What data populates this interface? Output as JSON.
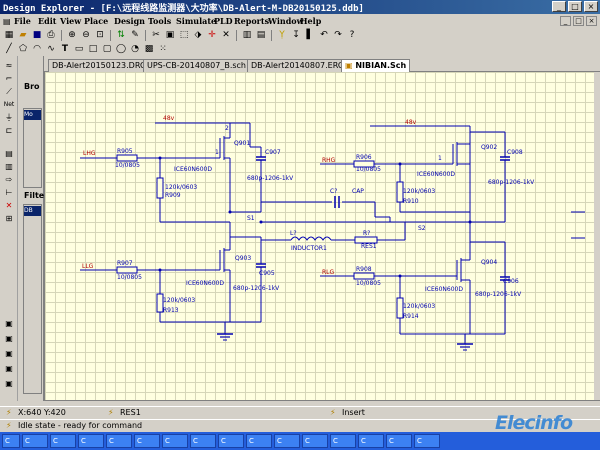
{
  "window": {
    "title": "Design Explorer - [F:\\远程线路监测器\\大功率\\DB-Alert-M-DB20150125.ddb]",
    "controls": [
      "_",
      "□",
      "×"
    ]
  },
  "menubar": {
    "items": [
      "File",
      "Edit",
      "View",
      "Place",
      "Design",
      "Tools",
      "Simulate",
      "PLD",
      "Reports",
      "Window",
      "Help"
    ],
    "mdi_controls": [
      "_",
      "□",
      "×"
    ]
  },
  "left_panel": {
    "browse_label": "Bro",
    "browse_selected": "Mo",
    "filter_label": "Filte",
    "filter_selected": "DB"
  },
  "tabs": [
    {
      "label": "DB-Alert20150123.DRC",
      "active": false
    },
    {
      "label": "UPS-CB-20140807_B.sch",
      "active": false
    },
    {
      "label": "DB-Alert20140807.ERC",
      "active": false
    },
    {
      "label": "NIBIAN.Sch",
      "active": true
    }
  ],
  "schematic": {
    "net_48v_left": "48v",
    "net_48v_right": "48v",
    "left_top": {
      "net": "LHG",
      "resistor": "R905",
      "resistor_value": "10/0805",
      "mosfet": "Q901",
      "mosfet_part": "ICE60N600D",
      "cap": "C907",
      "cap_value": "680p-1206-1kV",
      "pulldown": "120k/0603",
      "pulldown_ref": "R909",
      "gate_pin": "1",
      "drain_pin": "2"
    },
    "left_bottom": {
      "net": "LLG",
      "resistor": "R907",
      "resistor_value": "10/0805",
      "mosfet": "Q903",
      "mosfet_part": "ICE60N600D",
      "cap": "C905",
      "cap_value": "680p-1206-1kV",
      "pulldown": "120k/0603",
      "pulldown_ref": "R913"
    },
    "right_top": {
      "net": "RHG",
      "resistor": "R906",
      "resistor_value": "10/0805",
      "mosfet": "Q902",
      "mosfet_part": "ICE60N600D",
      "cap": "C908",
      "cap_value": "680p-1206-1kV",
      "pulldown": "120k/0603",
      "pulldown_ref": "R910",
      "gate_pin": "1"
    },
    "right_bottom": {
      "net": "RLG",
      "resistor": "R908",
      "resistor_value": "10/0805",
      "mosfet": "Q904",
      "mosfet_part": "ICE60N600D",
      "cap": "C906",
      "cap_value": "680p-1206-1kV",
      "pulldown": "120k/0603",
      "pulldown_ref": "R914"
    },
    "middle": {
      "cap": "C?",
      "cap_label": "CAP",
      "inductor": "L?",
      "inductor_label": "INDUCTOR1",
      "resistor": "R?",
      "resistor_label": "RES1",
      "node_s1": "S1",
      "node_s2": "S2"
    }
  },
  "status": {
    "coords": "X:640 Y:420",
    "component": "RES1",
    "mode": "Insert",
    "state": "Idle state - ready for command"
  },
  "taskbar": {
    "items": [
      "C",
      "C",
      "C",
      "C",
      "C",
      "C",
      "C",
      "C",
      "C",
      "C",
      "C",
      "C",
      "C",
      "C",
      "C",
      "C"
    ]
  },
  "watermark": "Elecinfo"
}
